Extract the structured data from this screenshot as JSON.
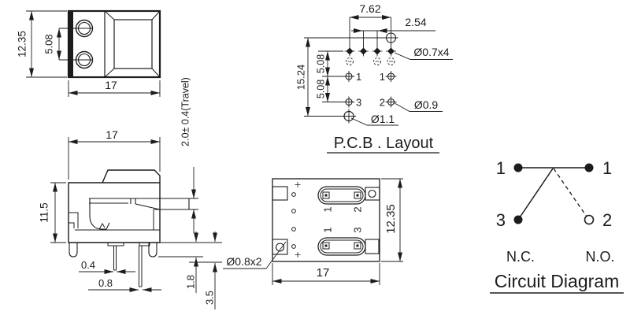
{
  "colors": {
    "ink": "#1c1c1c",
    "paper": "#ffffff"
  },
  "top_view": {
    "height": "12.35",
    "hole_pitch": "5.08",
    "width": "17"
  },
  "side_view": {
    "width": "17",
    "height": "11.5",
    "travel": "2.0± 0.4(Travel)",
    "pin_width_small": "0.4",
    "pin_width_large": "0.8",
    "standoff": "1.8",
    "pin_length": "3.5"
  },
  "pcb_layout": {
    "title": "P.C.B . Layout",
    "span_top": "7.62",
    "pitch": "2.54",
    "span_left": "15.24",
    "row_pitch_a": "5.08",
    "row_pitch_b": "5.08",
    "hole_note_small": "Ø0.7x4",
    "hole_note_mid": "Ø0.9",
    "hole_note_large": "Ø1.1",
    "pad_mid_left": "1",
    "pad_mid_right": "1",
    "pad_low_left": "3",
    "pad_low_right": "2"
  },
  "bottom_view": {
    "width": "17",
    "height": "12.35",
    "hole_note": "Ø0.8x2",
    "terminal_top_left": "1",
    "terminal_top_right": "2",
    "terminal_bottom_left": "1",
    "terminal_bottom_right": "3"
  },
  "circuit": {
    "title": "Circuit Diagram",
    "pin_top_left": "1",
    "pin_top_right": "1",
    "pin_bottom_left": "3",
    "pin_bottom_right": "2",
    "nc": "N.C.",
    "no": "N.O."
  }
}
